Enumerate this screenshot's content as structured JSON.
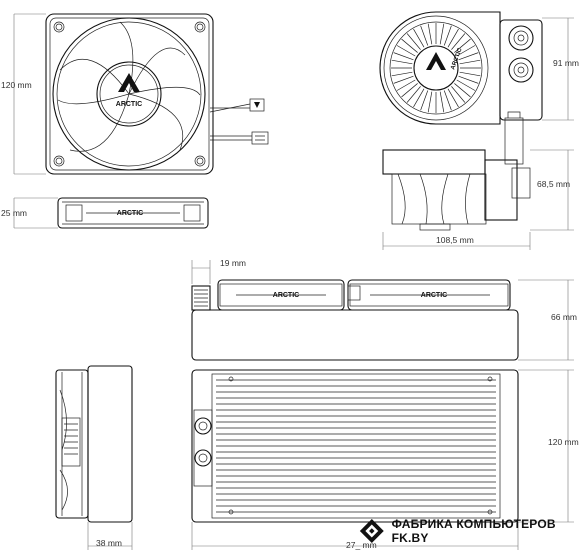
{
  "dimensions": {
    "fan_height": "120 mm",
    "fan_thickness": "25 mm",
    "pump_top_height": "91 mm",
    "pump_side_height": "68,5 mm",
    "pump_width": "108,5 mm",
    "tube_offset": "19 mm",
    "radiator_assembly_height": "66 mm",
    "radiator_height": "120 mm",
    "radiator_thickness": "38 mm",
    "radiator_length": "27_ mm"
  },
  "brand_labels": {
    "fan_front": "ARCTIC",
    "fan_side": "ARCTIC",
    "pump_logo": "ARCTIC",
    "radiator_fan_left": "ARCTIC",
    "radiator_fan_right": "ARCTIC"
  },
  "watermark": {
    "text": "ФАБРИКА КОМПЬЮТЕРОВ FK.BY"
  }
}
